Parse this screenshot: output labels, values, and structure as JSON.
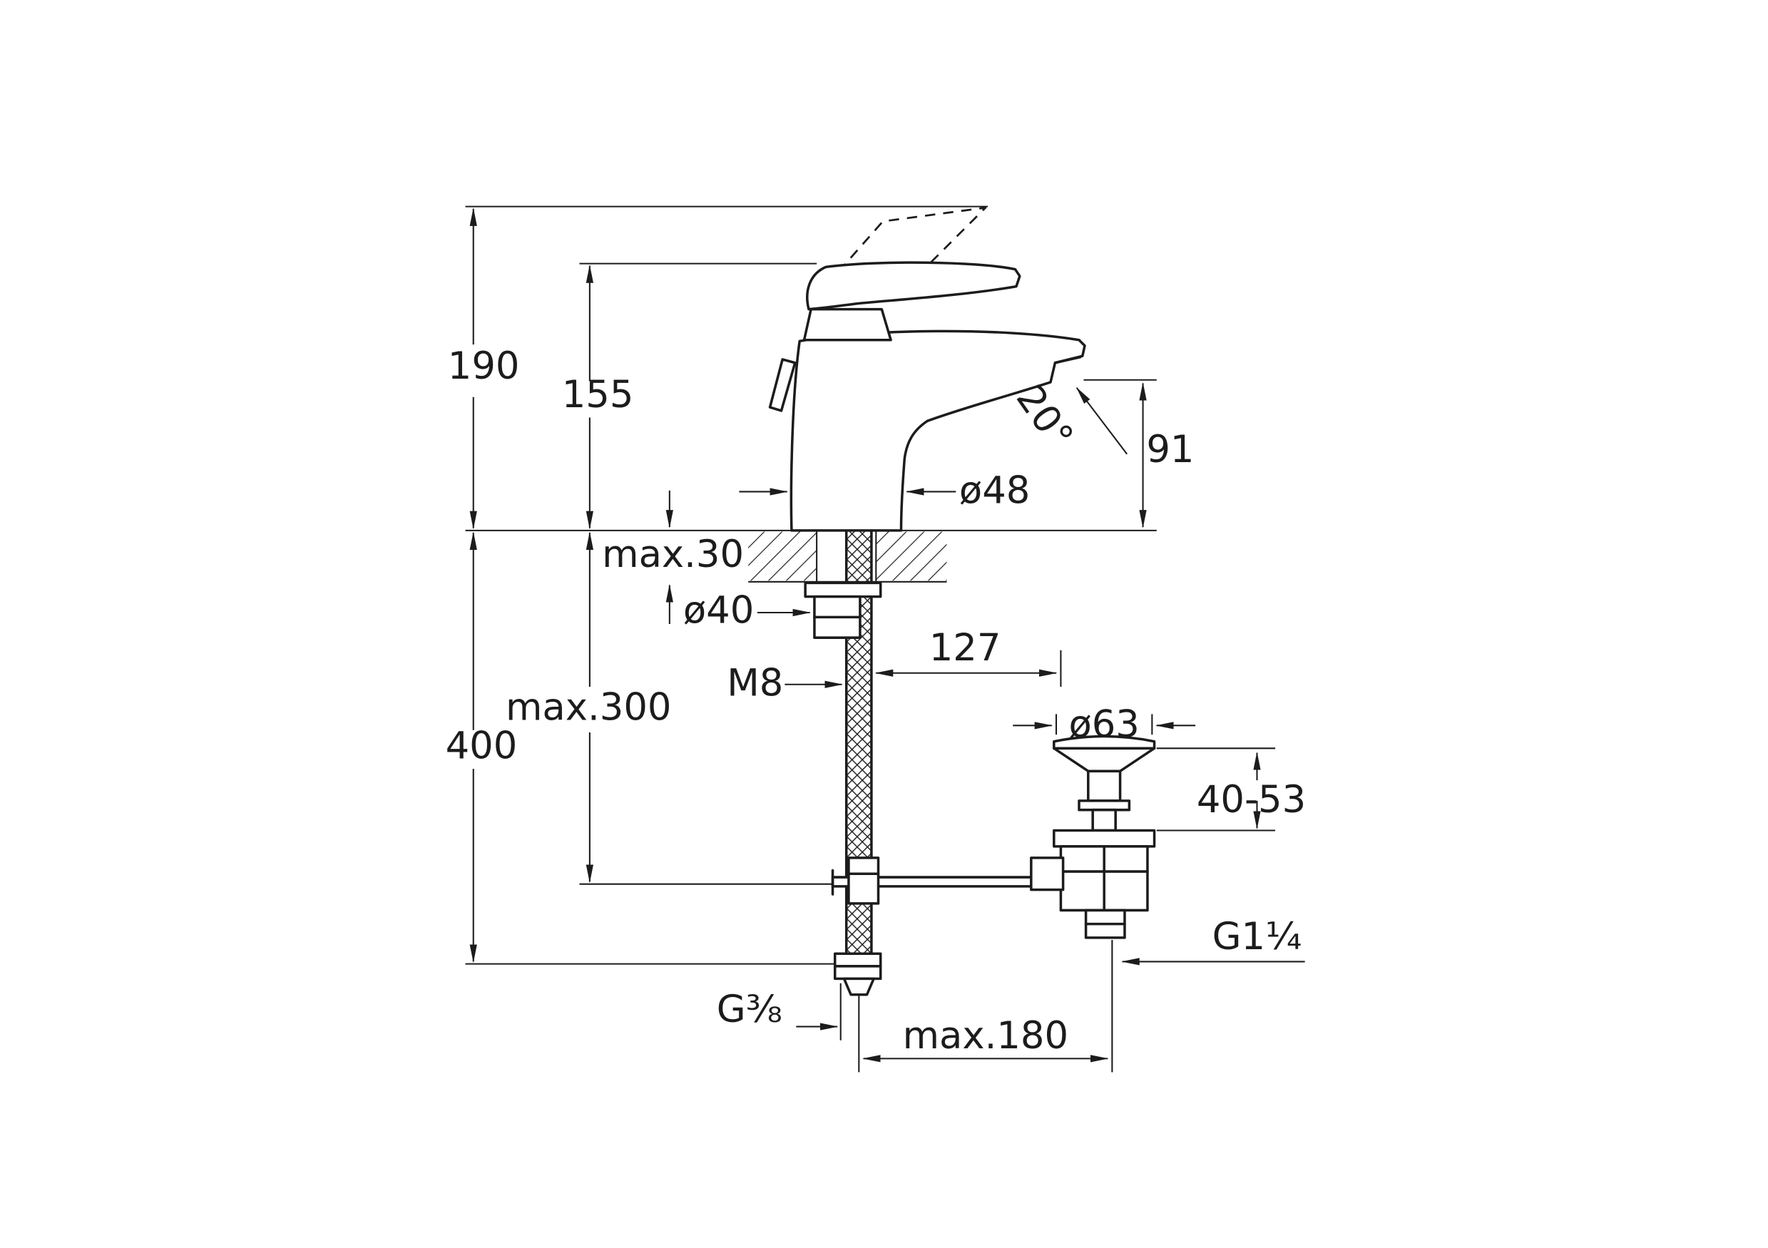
{
  "canvas": {
    "background": "#ffffff",
    "ink": "#1c1c1c"
  },
  "drawing": {
    "kind": "technical-dimension-drawing",
    "subject": "single-lever basin mixer with pop-up waste",
    "dims": {
      "overall_height": "190",
      "handle_height": "155",
      "deck_thickness": "max.30",
      "hole_diameter": "ø40",
      "stud_thread": "M8",
      "hose_drop": "max.300",
      "supply_length": "400",
      "base_diameter": "ø48",
      "spout_angle": "20°",
      "spout_height": "91",
      "spout_reach": "127",
      "waste_flange_diameter": "ø63",
      "waste_height_range": "40-53",
      "waste_thread": "G1¼",
      "supply_thread": "G⅜",
      "rod_reach": "max.180"
    }
  }
}
